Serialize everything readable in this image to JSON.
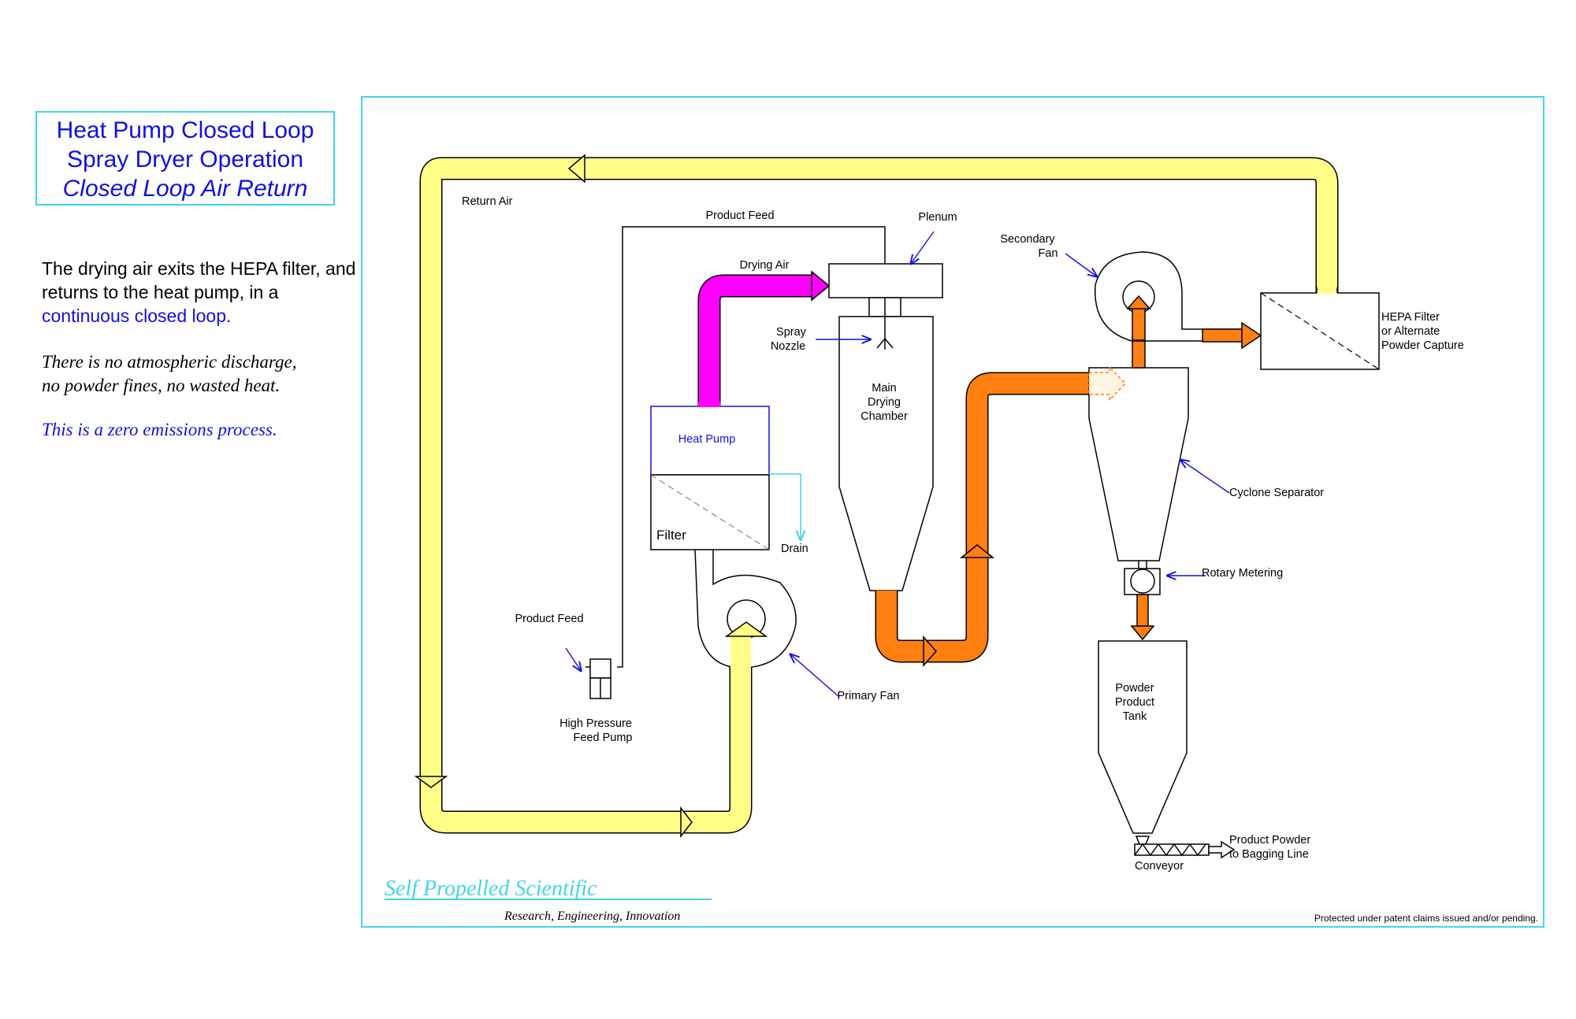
{
  "title": {
    "line1": "Heat Pump Closed Loop",
    "line2": "Spray Dryer Operation",
    "line3": "Closed Loop Air Return"
  },
  "description": {
    "p1_start": "The drying air exits the HEPA filter, and returns to the heat pump, in a ",
    "p1_highlight": "continuous closed loop.",
    "p2_line1": "There is no atmospheric discharge,",
    "p2_line2": "no powder fines, no wasted heat.",
    "p3": "This is a zero emissions process."
  },
  "labels": {
    "return_air": "Return Air",
    "product_feed_top": "Product Feed",
    "plenum": "Plenum",
    "drying_air": "Drying Air",
    "secondary_fan_1": "Secondary",
    "secondary_fan_2": "Fan",
    "spray_nozzle_1": "Spray",
    "spray_nozzle_2": "Nozzle",
    "main_chamber_1": "Main",
    "main_chamber_2": "Drying",
    "main_chamber_3": "Chamber",
    "hepa_1": "HEPA Filter",
    "hepa_2": "or Alternate",
    "hepa_3": "Powder Capture",
    "heat_pump": "Heat Pump",
    "filter": "Filter",
    "drain": "Drain",
    "cyclone": "Cyclone Separator",
    "rotary": "Rotary Metering",
    "product_feed_left": "Product Feed",
    "primary_fan": "Primary Fan",
    "hp_pump_1": "High Pressure",
    "hp_pump_2": "Feed Pump",
    "tank_1": "Powder",
    "tank_2": "Product",
    "tank_3": "Tank",
    "product_powder_1": "Product Powder",
    "product_powder_2": "to Bagging Line",
    "conveyor": "Conveyor"
  },
  "branding": {
    "company": "Self Propelled Scientific",
    "tagline": "Research,  Engineering,  Innovation",
    "patent": "Protected under patent claims issued and/or pending."
  },
  "colors": {
    "return_air": "#ffff88",
    "drying_air": "#ff00ff",
    "product": "#ff7f10",
    "accent": "#1010e0",
    "frame": "#41d6e6"
  }
}
